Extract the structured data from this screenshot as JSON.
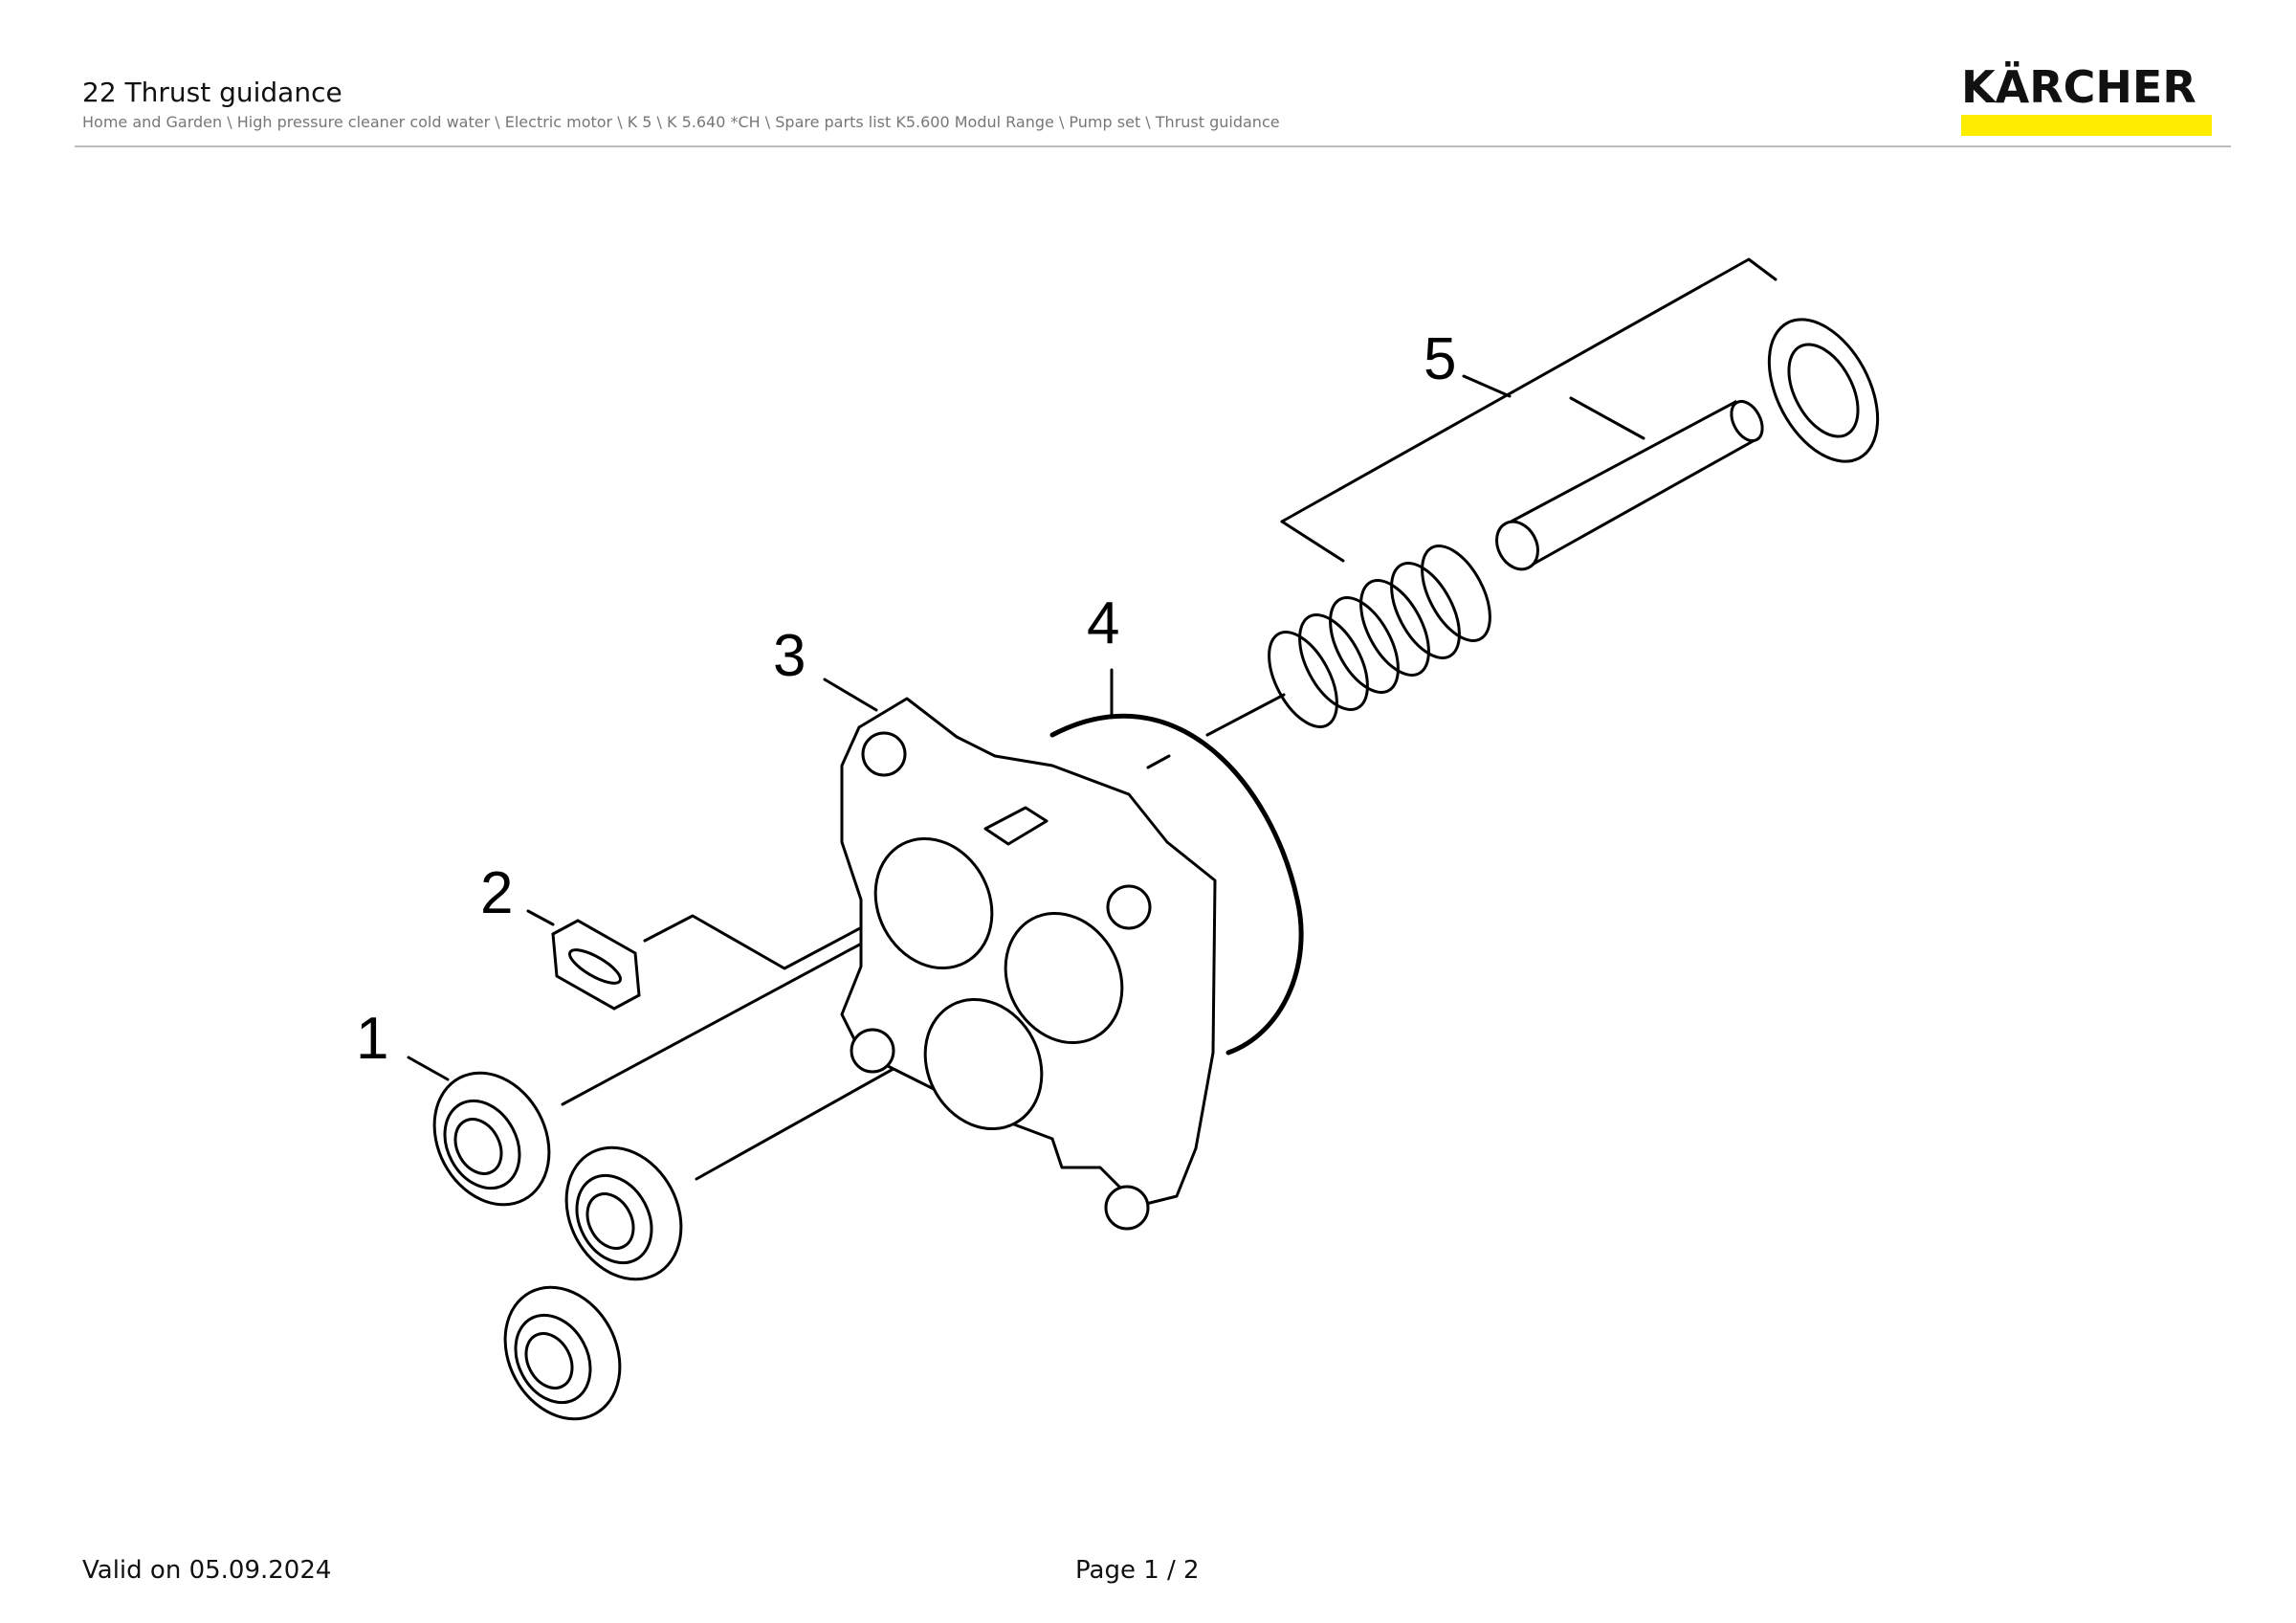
{
  "header": {
    "title": "22 Thrust guidance",
    "breadcrumb": "Home and Garden \\ High pressure cleaner cold water \\ Electric motor \\ K 5 \\ K 5.640 *CH \\ Spare parts list K5.600 Modul Range \\ Pump set \\ Thrust guidance"
  },
  "logo": {
    "text": "KÄRCHER",
    "accent_color": "#ffed00"
  },
  "diagram": {
    "callouts": [
      "1",
      "2",
      "3",
      "4",
      "5"
    ]
  },
  "footer": {
    "valid": "Valid on 05.09.2024",
    "page": "Page 1 / 2"
  }
}
